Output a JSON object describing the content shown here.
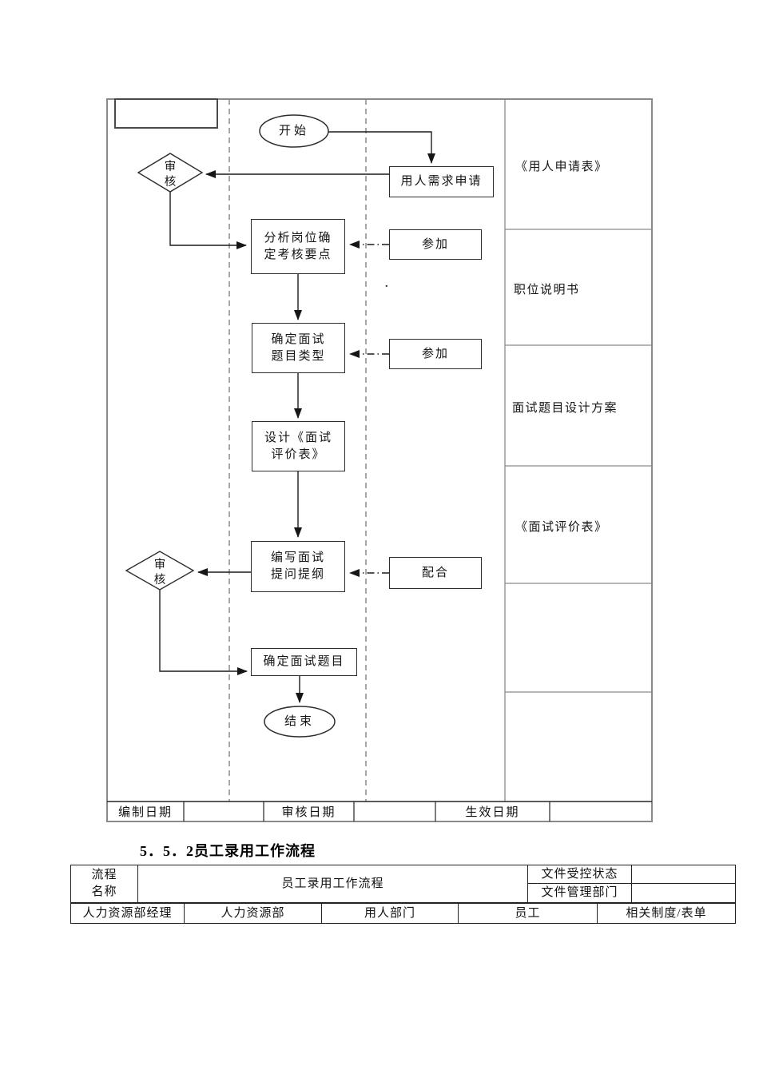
{
  "heading": "5．5．2员工录用工作流程",
  "colors": {
    "grid_gray": "#8a8a8a",
    "ink_black": "#1c1c1c"
  },
  "flowchart": {
    "nodes": {
      "start": "开始",
      "request": "用人需求申请",
      "review1_l1": "审",
      "review1_l2": "核",
      "analyze_l1": "分析岗位确",
      "analyze_l2": "定考核要点",
      "participate1": "参加",
      "qtype_l1": "确定面试",
      "qtype_l2": "题目类型",
      "participate2": "参加",
      "design_l1": "设计《面试",
      "design_l2": "评价表》",
      "outline_l1": "编写面试",
      "outline_l2": "提问提纲",
      "review2_l1": "审",
      "review2_l2": "核",
      "cooperate": "配合",
      "confirm": "确定面试题目",
      "end": "结束",
      "stray_mark": "."
    },
    "documents": {
      "cell1": "《用人申请表》",
      "cell2": "职位说明书",
      "cell3": "面试题目设计方案",
      "cell4": "《面试评价表》",
      "cell5": "",
      "cell6": ""
    },
    "footer": {
      "made_label": "编制日期",
      "made_value": "",
      "review_label": "审核日期",
      "review_value": "",
      "effective_label": "生效日期",
      "effective_value": ""
    }
  },
  "info_table": {
    "name_label_l1": "流程",
    "name_label_l2": "名称",
    "process_title": "员工录用工作流程",
    "controlled_label": "文件受控状态",
    "controlled_value": "",
    "manage_label": "文件管理部门",
    "manage_value": "",
    "roles": [
      "人力资源部经理",
      "人力资源部",
      "用人部门",
      "员工",
      "相关制度/表单"
    ]
  }
}
